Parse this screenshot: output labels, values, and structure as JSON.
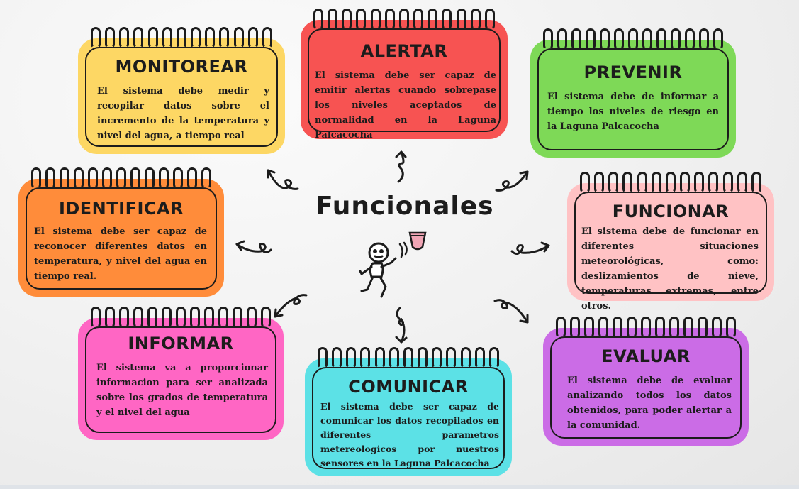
{
  "center": {
    "title": "Funcionales"
  },
  "cards": {
    "monitorear": {
      "title": "MONITOREAR",
      "text": "El sistema debe medir y  recopilar datos sobre el incremento de la temperatura y nivel  del agua, a tiempo real",
      "color": "#fdd764"
    },
    "alertar": {
      "title": "ALERTAR",
      "text": "El sistema debe ser capaz de emitir alertas cuando sobrepase los niveles aceptados de normalidad en la Laguna Palcacocha",
      "color": "#f75352"
    },
    "prevenir": {
      "title": "PREVENIR",
      "text": "El sistema debe de informar a tiempo  los niveles de riesgo en la Laguna Palcacocha",
      "color": "#7ed957"
    },
    "identificar": {
      "title": "IDENTIFICAR",
      "text": "El sistema debe ser capaz de reconocer diferentes datos en temperatura, y nivel del agua en tiempo real.",
      "color": "#ff8c3a"
    },
    "funcionar": {
      "title": "FUNCIONAR",
      "text": "El sistema debe de funcionar en diferentes situaciones meteorológicas, como: deslizamientos de nieve, temperaturas extremas, entre otros.",
      "color": "#ffc2c4"
    },
    "informar": {
      "title": "INFORMAR",
      "text": "El sistema va a proporcionar informacion para ser analizada sobre los  grados de temperatura y el nivel del agua",
      "color": "#ff66c4"
    },
    "comunicar": {
      "title": "COMUNICAR",
      "text": "El sistema debe ser capaz de comunicar los datos recopilados en diferentes parametros metereologicos por nuestros sensores en la Laguna Palcacocha",
      "color": "#5ce1e6"
    },
    "evaluar": {
      "title": "EVALUAR",
      "text": "El sistema debe de evaluar analizando todos los datos obtenidos, para poder alertar a la comunidad.",
      "color": "#cb6ce6"
    }
  },
  "icons": [
    "walking-figure-icon",
    "signal-sensor-icon",
    "curly-arrow-icon"
  ],
  "colors": {
    "ink": "#1c1c1c",
    "background": "#efefef"
  }
}
